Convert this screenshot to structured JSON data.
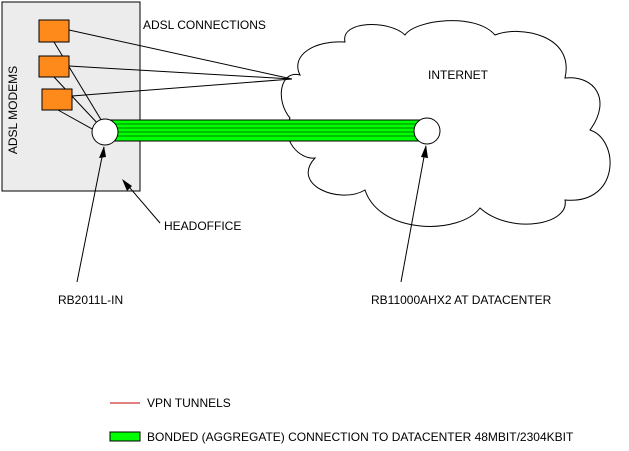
{
  "labels": {
    "adsl_modems": "ADSL MODEMS",
    "adsl_connections": "ADSL CONNECTIONS",
    "internet": "INTERNET",
    "headoffice": "HEADOFFICE",
    "router_office": "RB2011L-IN",
    "router_datacenter": "RB11000AHX2 AT DATACENTER"
  },
  "legend": {
    "vpn_tunnels": "VPN TUNNELS",
    "bonded_connection": "BONDED (AGGREGATE) CONNECTION TO DATACENTER 48MBIT/2304KBIT"
  },
  "colors": {
    "office_box_fill": "#ececec",
    "modem_fill": "#ff8a1c",
    "bonded_fill": "#00ff00",
    "vpn_line": "#c00000",
    "outline": "#000000"
  }
}
